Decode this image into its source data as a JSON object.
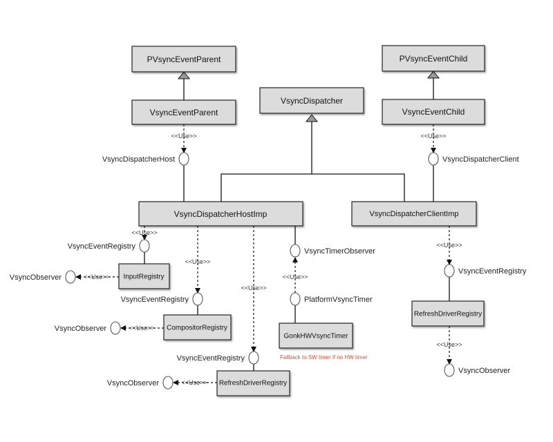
{
  "classes": {
    "pvsync_event_parent": "PVsyncEventParent",
    "pvsync_event_child": "PVsyncEventChild",
    "vsync_dispatcher": "VsyncDispatcher",
    "vsync_event_parent": "VsyncEventParent",
    "vsync_event_child": "VsyncEventChild",
    "vsync_dispatcher_host_imp": "VsyncDispatcherHostImp",
    "vsync_dispatcher_client_imp": "VsyncDispatcherClientImp",
    "input_registry": "InputRegistry",
    "compositor_registry": "CompositorRegistry",
    "refresh_driver_registry": "RefreshDriverRegistry",
    "gonk_hw_vsync_timer": "GonkHWVsyncTimer",
    "client_refresh_driver_registry": "RefreshDriverRegistry"
  },
  "interfaces": {
    "vsync_dispatcher_host": "VsyncDispatcherHost",
    "vsync_dispatcher_client": "VsyncDispatcherClient",
    "vsync_timer_observer": "VsyncTimerObserver",
    "platform_vsync_timer": "PlatformVsyncTimer",
    "host_event_registry_1": "VsyncEventRegistry",
    "host_event_registry_2": "VsyncEventRegistry",
    "host_event_registry_3": "VsyncEventRegistry",
    "client_event_registry": "VsyncEventRegistry",
    "observer_1": "VsyncObserver",
    "observer_2": "VsyncObserver",
    "observer_3": "VsyncObserver",
    "client_observer": "VsyncObserver"
  },
  "use_label": "<<Use>>",
  "note": "Fallback to SW timer if no HW timer"
}
